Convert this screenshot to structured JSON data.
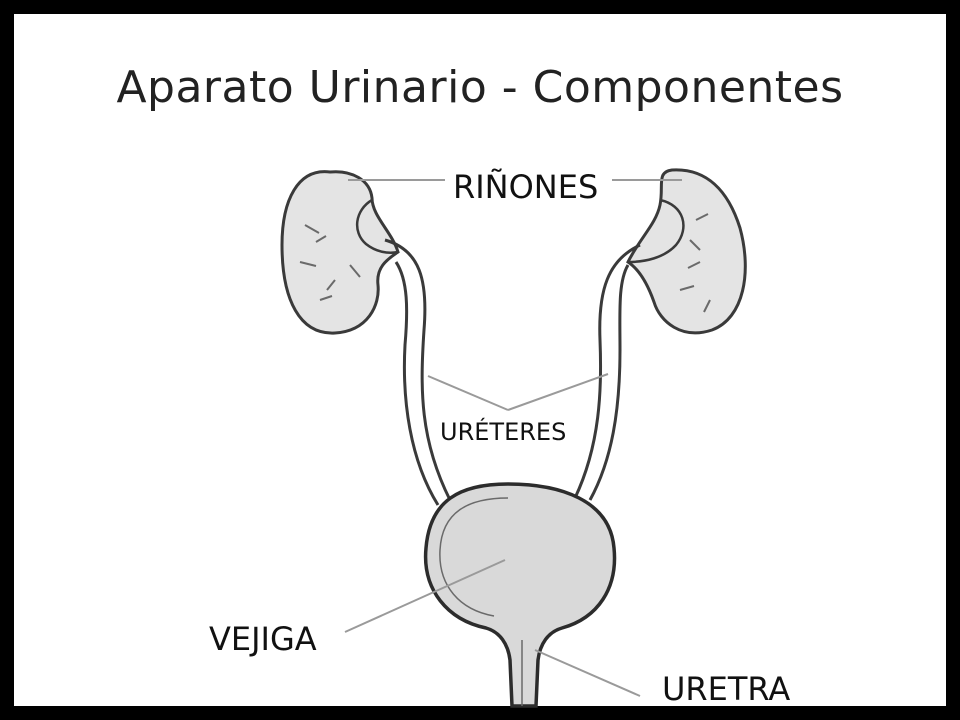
{
  "title": "Aparato Urinario - Componentes",
  "labels": {
    "kidneys": "RIÑONES",
    "ureters": "URÉTERES",
    "bladder": "VEJIGA",
    "urethra": "URETRA"
  },
  "colors": {
    "frame": "#000000",
    "background": "#ffffff",
    "organ_fill": "#d9d9d9",
    "outline": "#3a3a3a",
    "leader_line": "#9a9a9a"
  }
}
